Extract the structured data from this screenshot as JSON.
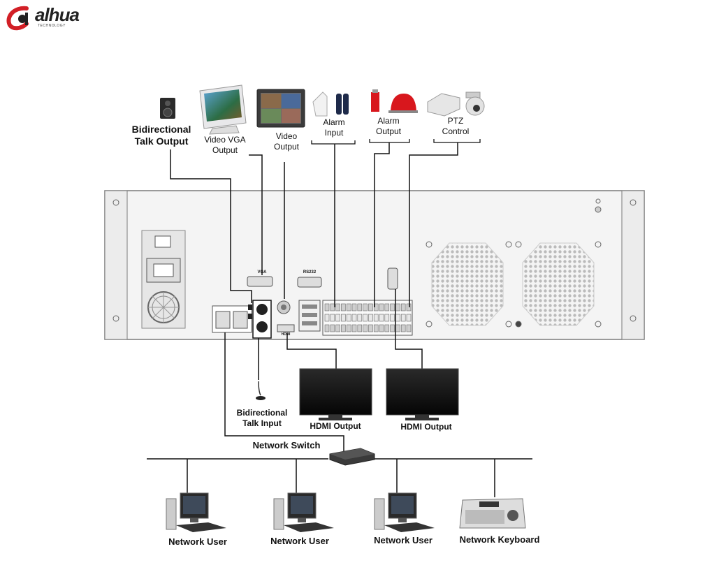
{
  "brand": {
    "name": "alhua",
    "tagline": "TECHNOLOGY"
  },
  "labels": {
    "talk_output": "Bidirectional\nTalk Output",
    "vga_output": "Video VGA\nOutput",
    "video_output": "Video\nOutput",
    "alarm_input": "Alarm\nInput",
    "alarm_output": "Alarm\nOutput",
    "ptz_control": "PTZ\nControl",
    "talk_input": "Bidirectional\nTalk Input",
    "hdmi_output_1": "HDMI Output",
    "hdmi_output_2": "HDMI Output",
    "network_switch": "Network Switch",
    "network_user_1": "Network User",
    "network_user_2": "Network User",
    "network_user_3": "Network User",
    "network_keyboard": "Network Keyboard"
  },
  "panel_labels": {
    "vga": "VGA",
    "rs232": "RS232",
    "hdmi": "HDMI"
  },
  "icons": {
    "speaker": "speaker-icon",
    "crt_monitor": "crt-monitor-icon",
    "video_monitor": "video-monitor-icon",
    "alarm_sensors": "alarm-sensor-icon",
    "alarm_sirens": "alarm-siren-icon",
    "ptz_camera": "ptz-camera-icon",
    "microphone": "microphone-icon",
    "lcd_monitor": "lcd-monitor-icon",
    "computer": "computer-icon",
    "keyboard": "network-keyboard-icon",
    "switch": "network-switch-icon"
  },
  "colors": {
    "brand_red": "#d21f26",
    "line": "#111111",
    "panel": "#f4f4f4",
    "panel_edge": "#7a7a7a",
    "siren_red": "#d8171d"
  }
}
